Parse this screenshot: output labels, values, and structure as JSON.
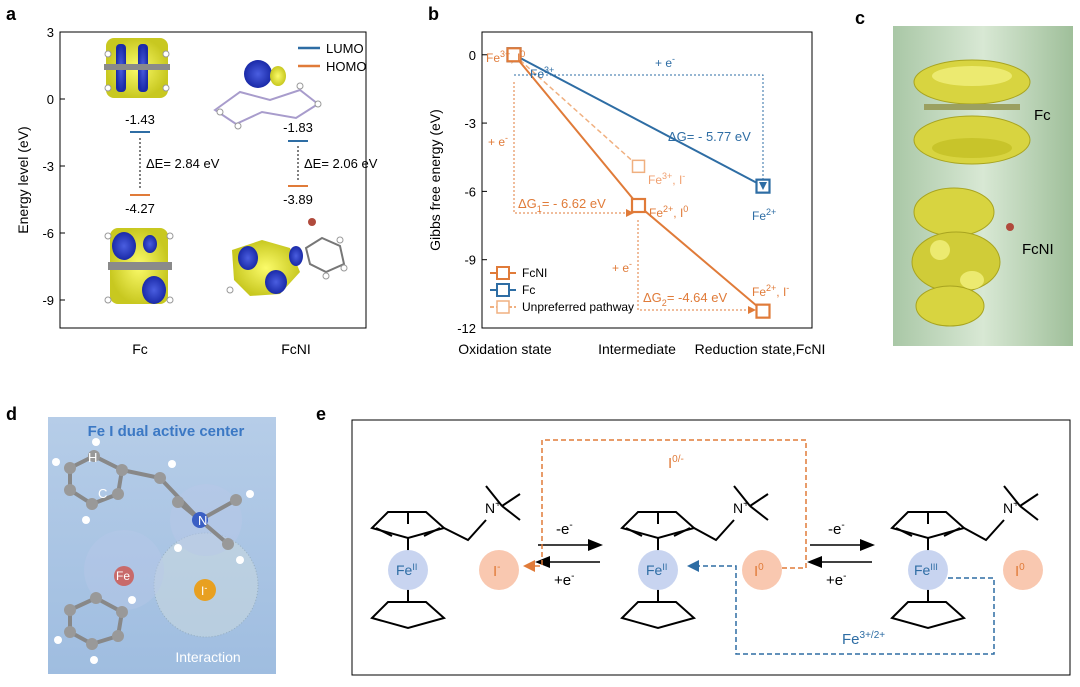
{
  "panels": {
    "a": "a",
    "b": "b",
    "c": "c",
    "d": "d",
    "e": "e"
  },
  "panel_a": {
    "ylabel": "Energy level (eV)",
    "yticks": [
      "3",
      "0",
      "-3",
      "-6",
      "-9"
    ],
    "xticks": [
      "Fc",
      "FcNI"
    ],
    "legend": [
      "LUMO",
      "HOMO"
    ],
    "colors": {
      "lumo": "#2e6da4",
      "homo": "#e07b39"
    },
    "fc": {
      "lumo": "-1.43",
      "homo": "-4.27",
      "gap": "ΔE= 2.84 eV"
    },
    "fcni": {
      "lumo": "-1.83",
      "homo": "-3.89",
      "gap": "ΔE= 2.06 eV"
    }
  },
  "chart_data": {
    "type": "line",
    "ylabel": "Gibbs free energy (eV)",
    "categories": [
      "Oxidation state",
      "Intermediate",
      "Reduction state,FcNI"
    ],
    "ylim": [
      -12,
      1
    ],
    "yticks": [
      "0",
      "-3",
      "-6",
      "-9",
      "-12"
    ],
    "series": [
      {
        "name": "FcNI",
        "color": "#e07b39",
        "values": [
          0,
          -6.62,
          -11.26
        ]
      },
      {
        "name": "Fc",
        "color": "#2e6da4",
        "values": [
          0,
          null,
          -5.77
        ]
      },
      {
        "name": "Unpreferred pathway",
        "color": "#f0b080",
        "values": [
          0,
          -4.9,
          null
        ]
      }
    ],
    "annotations": {
      "start_fcni_label": "Fe",
      "start_fcni_sup1": "3+",
      "start_fcni_mid": ", I",
      "start_fcni_sup2": "0",
      "start_fc_label": "Fe",
      "start_fc_sup": "3+",
      "plus_e_top": "+ e",
      "plus_e_left": "+ e",
      "plus_e_mid": "+ e",
      "minus_sup": "-",
      "dg_fc": "ΔG= - 5.77 eV",
      "dg1_a": "ΔG",
      "dg1_sub": "1",
      "dg1_b": "= - 6.62 eV",
      "dg2_a": "ΔG",
      "dg2_sub": "2",
      "dg2_b": "= -4.64 eV",
      "unpref_label": "Fe",
      "unpref_sup1": "3+",
      "unpref_mid": ", I",
      "unpref_sup2": "-",
      "inter_label": "Fe",
      "inter_sup1": "2+",
      "inter_mid": ", I",
      "inter_sup2": "0",
      "fc_end_label": "Fe",
      "fc_end_sup": "2+",
      "end_label": "Fe",
      "end_sup1": "2+",
      "end_mid": ", I",
      "end_sup2": "-"
    }
  },
  "panel_c": {
    "fc": "Fc",
    "fcni": "FcNI"
  },
  "panel_d": {
    "title": "Fe I dual active center",
    "atom_h": "H",
    "atom_c": "C",
    "atom_n": "N",
    "atom_fe": "Fe",
    "atom_i": "I",
    "atom_i_sup": "-",
    "interaction": "Interaction"
  },
  "panel_e": {
    "fe": "Fe",
    "ii": "II",
    "iii": "III",
    "n": "N",
    "n_sup": "+",
    "i_minus_a": "I",
    "i_minus_sup": "-",
    "i0_a": "I",
    "i0_sup": "0",
    "i_couple": "I",
    "i_couple_sup": "0/-",
    "fe_couple": "Fe",
    "fe_couple_sup": "3+/2+",
    "minus_e": "-e",
    "plus_e": "+e",
    "e_sup": "-"
  }
}
